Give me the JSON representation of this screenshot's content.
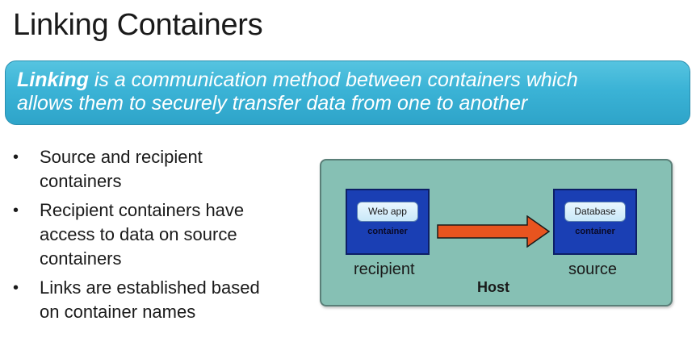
{
  "slide": {
    "title": "Linking Containers",
    "definition": {
      "keyword": "Linking",
      "line1_rest": " is a communication method between containers which",
      "line2": "allows them to securely transfer data from one to another"
    },
    "bullets": [
      {
        "lines": [
          "Source and recipient",
          "containers"
        ]
      },
      {
        "lines": [
          "Recipient containers have",
          "access to data on source",
          "containers"
        ]
      },
      {
        "lines": [
          "Links are established based",
          "on container names"
        ]
      }
    ],
    "bullet_glyph": "•"
  },
  "diagram": {
    "host_label": "Host",
    "recipient": {
      "app_label": "Web app",
      "box_label": "container",
      "caption": "recipient"
    },
    "source": {
      "app_label": "Database",
      "box_label": "container",
      "caption": "source"
    },
    "arrow": {
      "direction": "recipient-to-source",
      "color": "#e8541f"
    },
    "colors": {
      "host_fill": "#86c0b4",
      "container_fill": "#1a3fb4",
      "banner_fill": "#3bb3d6"
    }
  }
}
